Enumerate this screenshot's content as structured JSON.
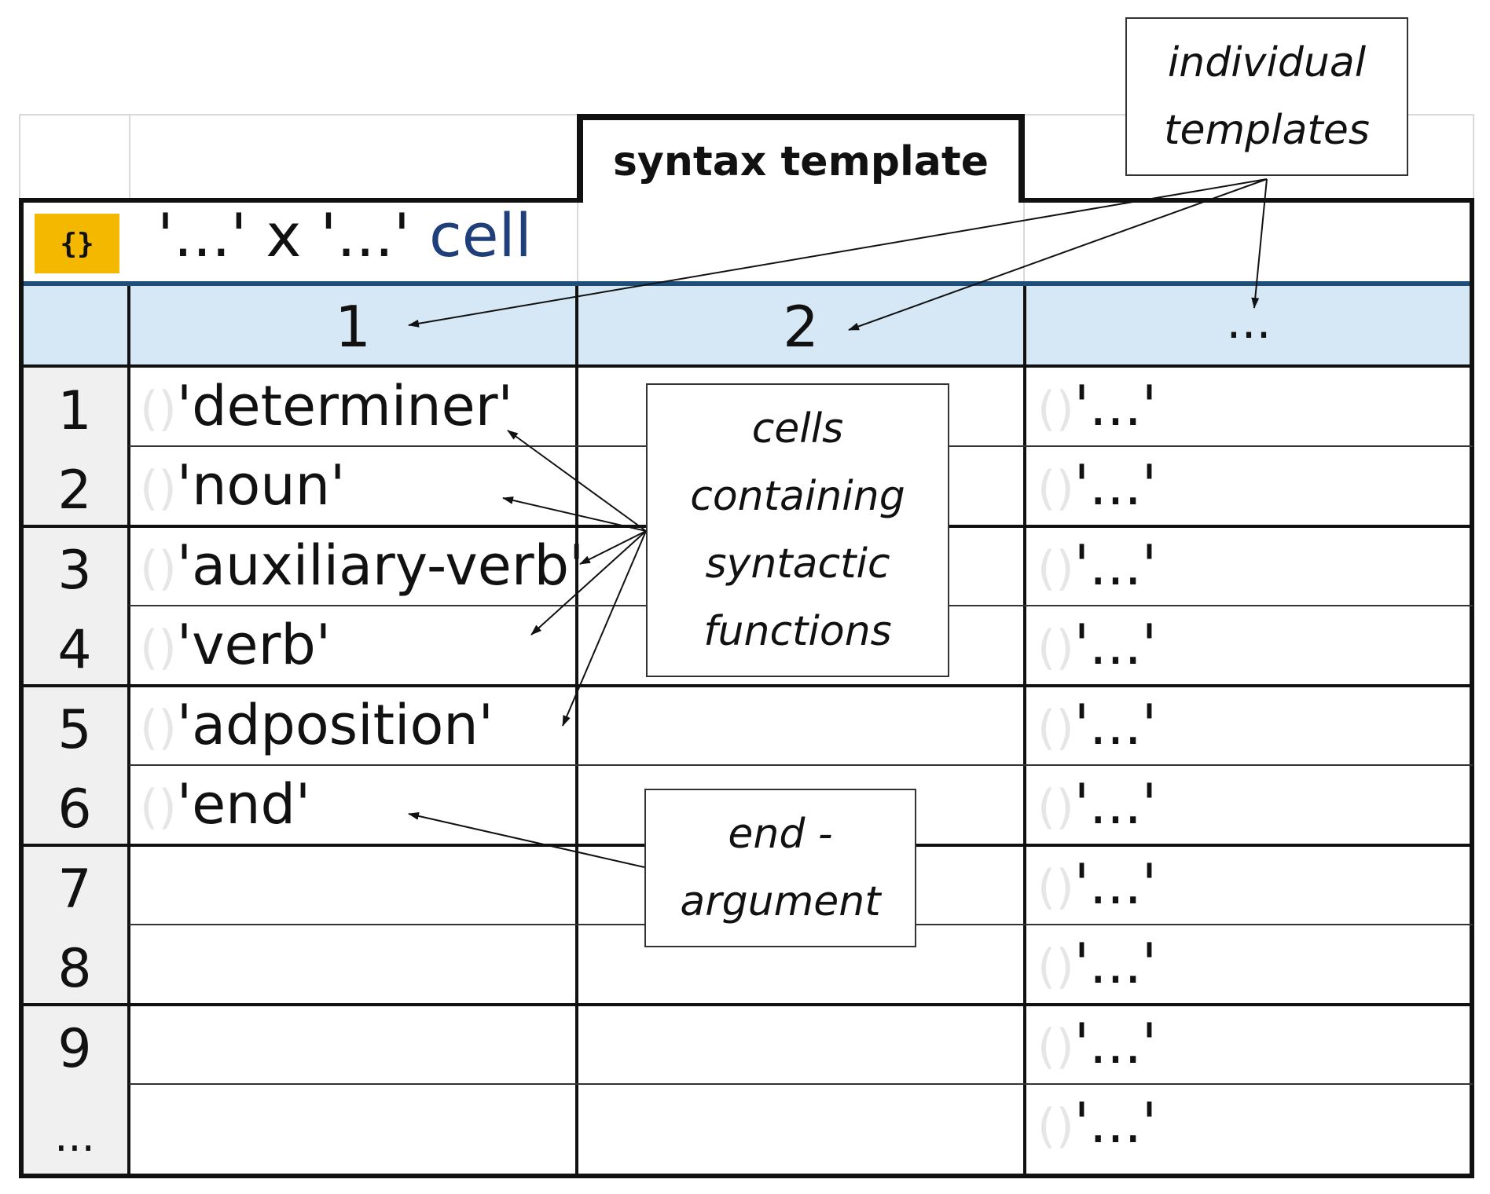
{
  "tab": {
    "label": "syntax template"
  },
  "formula": {
    "badge": "{}",
    "text": "'...' x '...'",
    "keyword": "cell"
  },
  "columns": [
    "1",
    "2",
    "..."
  ],
  "rows": [
    {
      "n": "1",
      "c1": "'determiner'",
      "c3": "'...'"
    },
    {
      "n": "2",
      "c1": "'noun'",
      "c3": "'...'"
    },
    {
      "n": "3",
      "c1": "'auxiliary-verb'",
      "c3": "'...'"
    },
    {
      "n": "4",
      "c1": "'verb'",
      "c3": "'...'"
    },
    {
      "n": "5",
      "c1": "'adposition'",
      "c3": "'...'"
    },
    {
      "n": "6",
      "c1": "'end'",
      "c3": "'...'"
    },
    {
      "n": "7",
      "c1": "",
      "c3": "'...'"
    },
    {
      "n": "8",
      "c1": "",
      "c3": "'...'"
    },
    {
      "n": "9",
      "c1": "",
      "c3": "'...'"
    },
    {
      "n": "...",
      "c1": "",
      "c3": "'...'"
    }
  ],
  "callouts": {
    "templates": [
      "individual",
      "templates"
    ],
    "functions": [
      "cells",
      "containing",
      "syntactic",
      "functions"
    ],
    "end": [
      "end -",
      "argument"
    ]
  },
  "colors": {
    "badge": "#f5b800",
    "header_band": "#d6e8f5",
    "accent_line": "#1f4e79",
    "rownum_bg": "#f0f0f0",
    "keyword": "#1f3f7a"
  }
}
